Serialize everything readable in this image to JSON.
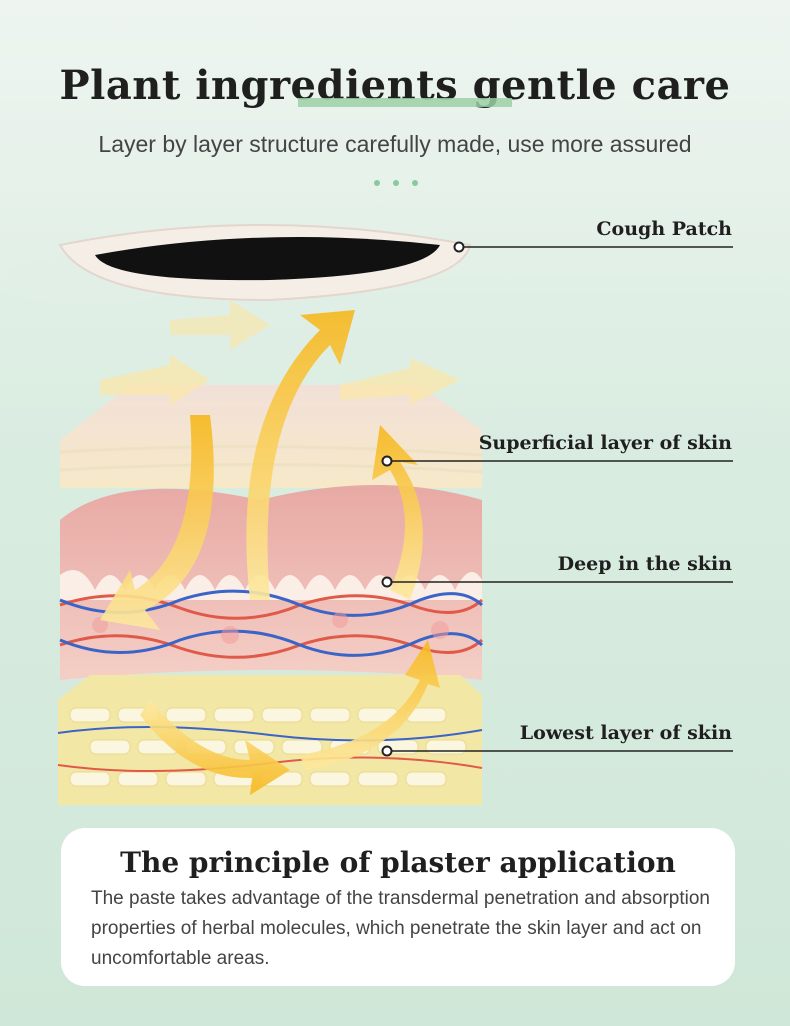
{
  "header": {
    "title": "Plant ingredients gentle care",
    "subtitle": "Layer by layer structure carefully made, use more assured"
  },
  "labels": {
    "patch": "Cough Patch",
    "superficial": "Superficial layer of skin",
    "deep": "Deep in the skin",
    "lowest": "Lowest layer of skin"
  },
  "card": {
    "title": "The principle of plaster application",
    "body": "The paste takes advantage of the transdermal penetration and absorption properties of herbal molecules, which penetrate the skin layer and act on uncomfortable areas."
  },
  "colors": {
    "accent_green": "#9bd0a6",
    "arrow_yellow": "#f7c234",
    "skin_pink": "#f0b6b0",
    "fat_yellow": "#f3e7a6"
  }
}
